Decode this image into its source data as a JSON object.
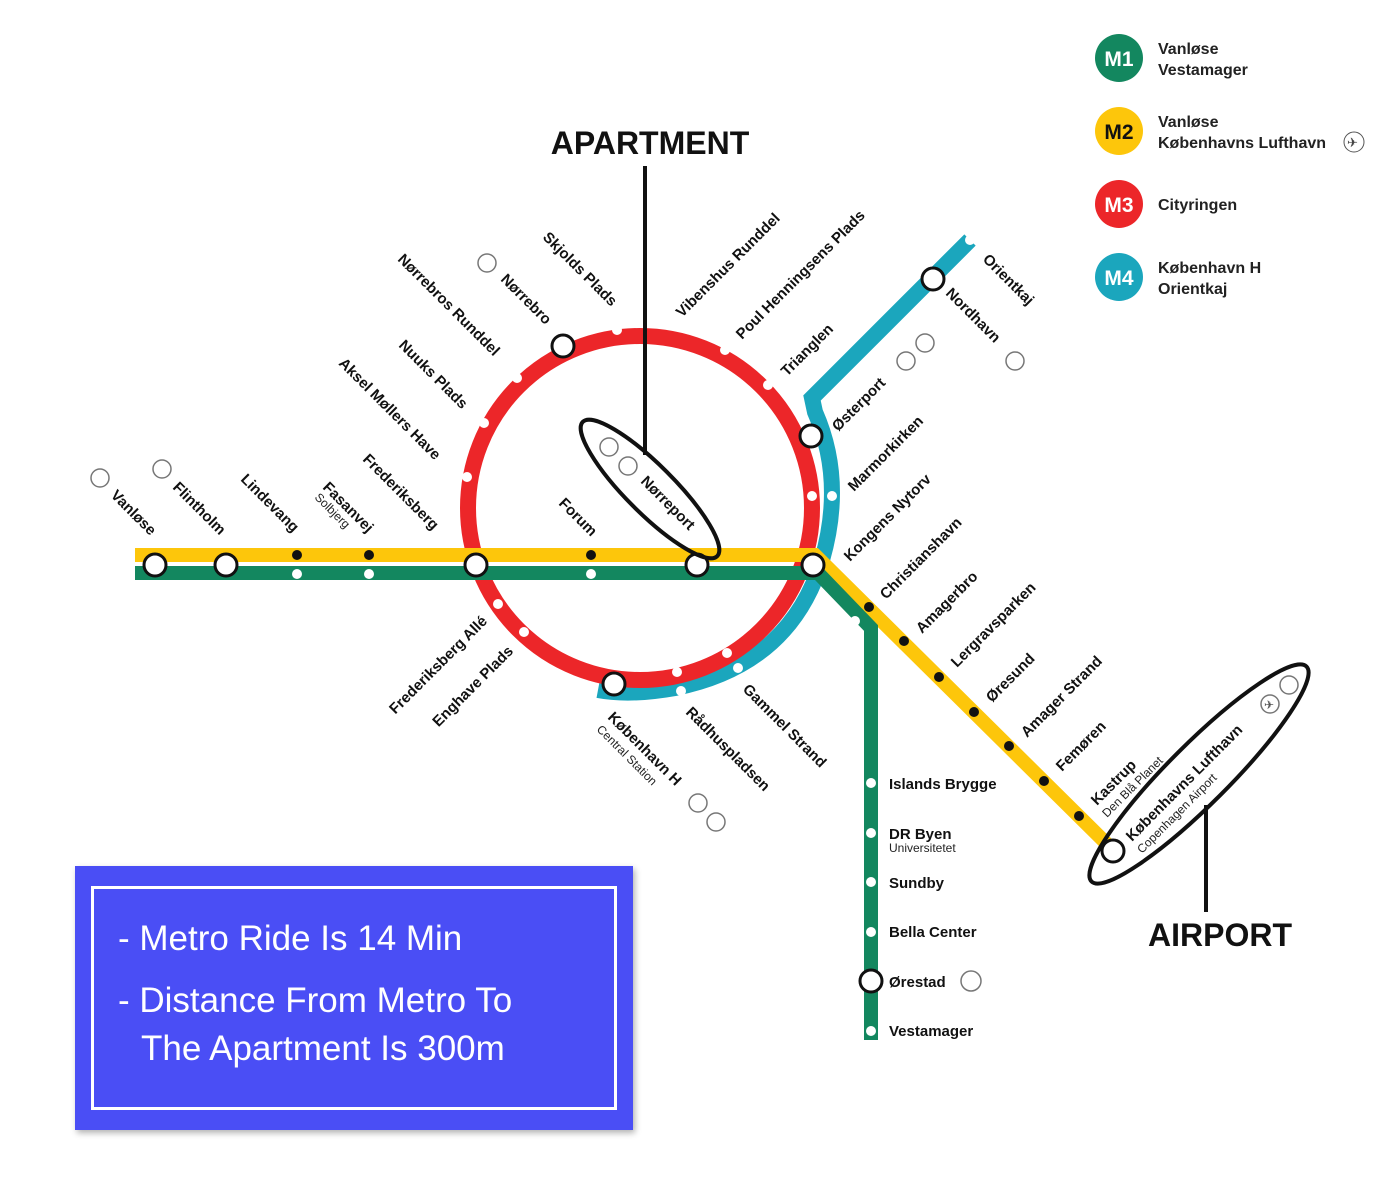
{
  "legend": [
    {
      "badge": "M1",
      "color": "#13875f",
      "text_color": "#ffffff",
      "line1": "Vanløse",
      "line2": "Vestamager"
    },
    {
      "badge": "M2",
      "color": "#fdc60b",
      "text_color": "#111111",
      "line1": "Vanløse",
      "line2": "Københavns Lufthavn",
      "icon": "airplane-icon"
    },
    {
      "badge": "M3",
      "color": "#ec2629",
      "text_color": "#ffffff",
      "line1": "Cityringen"
    },
    {
      "badge": "M4",
      "color": "#1ba6bd",
      "text_color": "#ffffff",
      "line1": "København H",
      "line2": "Orientkaj"
    }
  ],
  "annotations": {
    "apartment": "APARTMENT",
    "airport": "AIRPORT"
  },
  "stations": {
    "vanlose": "Vanløse",
    "flintholm": "Flintholm",
    "lindevang": "Lindevang",
    "fasanvej": "Fasanvej",
    "fasanvej_sub": "Solbjerg",
    "frederiksberg": "Frederiksberg",
    "aksel": "Aksel Møllers Have",
    "nuuks": "Nuuks Plads",
    "norrebros": "Nørrebros Runddel",
    "norrebro": "Nørrebro",
    "skjolds": "Skjolds Plads",
    "forum": "Forum",
    "norreport": "Nørreport",
    "vibenshus": "Vibenshus Runddel",
    "poul": "Poul Henningsens Plads",
    "trianglen": "Trianglen",
    "osterport": "Østerport",
    "marmorkirken": "Marmorkirken",
    "kongens": "Kongens Nytorv",
    "christianshavn": "Christianshavn",
    "amagerbro": "Amagerbro",
    "lergrav": "Lergravsparken",
    "oresund": "Øresund",
    "amagerstrand": "Amager Strand",
    "femoren": "Femøren",
    "kastrup": "Kastrup",
    "kastrup_sub": "Den Blå Planet",
    "lufthavn": "Københavns Lufthavn",
    "lufthavn_sub": "Copenhagen Airport",
    "orientkaj": "Orientkaj",
    "nordhavn": "Nordhavn",
    "fbgalle": "Frederiksberg Allé",
    "enghave": "Enghave Plads",
    "kbhh": "København H",
    "kbhh_sub": "Central Station",
    "radhus": "Rådhuspladsen",
    "gammel": "Gammel Strand",
    "islands": "Islands Brygge",
    "drbyen": "DR Byen",
    "drbyen_sub": "Universitetet",
    "sundby": "Sundby",
    "bella": "Bella Center",
    "orestad": "Ørestad",
    "vestamager": "Vestamager"
  },
  "info_box": {
    "line1": "- Metro Ride Is 14 Min",
    "line2a": "- Distance From Metro To",
    "line2b": "The Apartment Is 300m"
  }
}
